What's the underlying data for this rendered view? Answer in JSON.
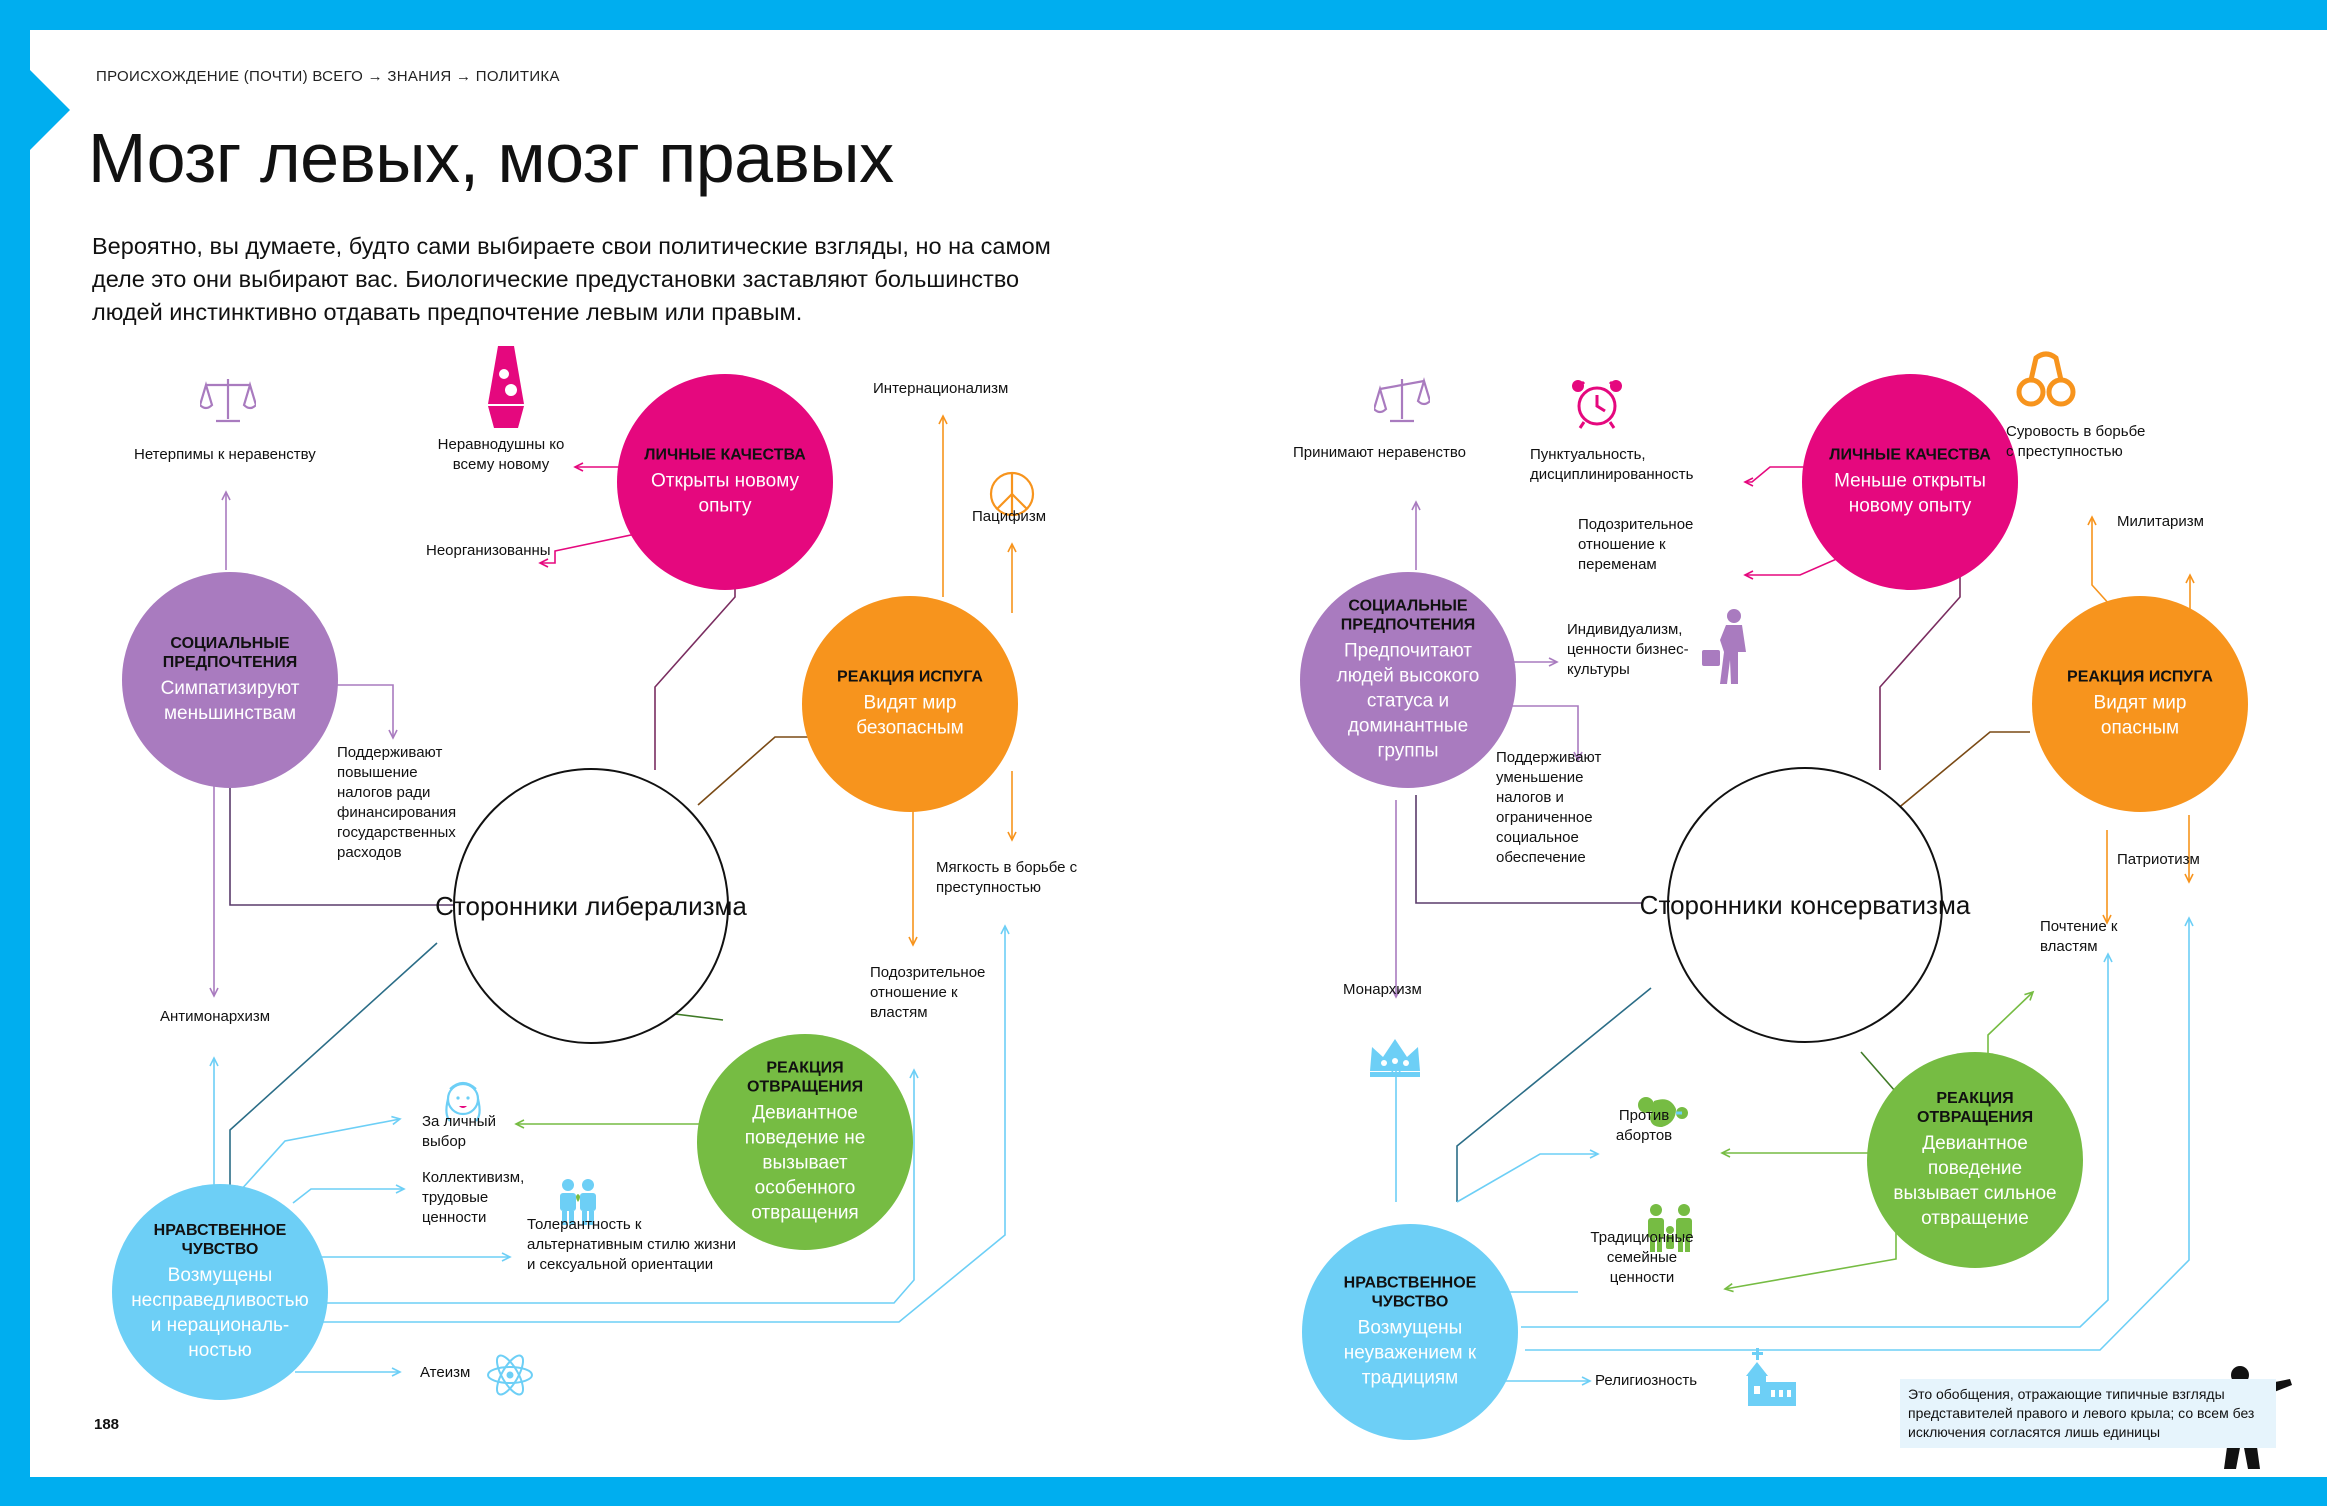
{
  "breadcrumb": "ПРОИСХОЖДЕНИЕ (ПОЧТИ) ВСЕГО → ЗНАНИЯ → ПОЛИТИКА",
  "title": "Мозг левых, мозг правых",
  "intro": "Вероятно, вы думаете, будто сами выбираете свои политические взгляды, но на самом деле это они выбирают вас. Биологические предустановки заставляют большинство людей инстинктивно отдавать предпочтение левым или правым.",
  "colors": {
    "magenta": "#e5087e",
    "purple": "#a97bbf",
    "orange": "#f7941d",
    "green": "#76bc43",
    "blue": "#6dcff6",
    "frame": "#00aeef"
  },
  "left": {
    "center": "Сторонники либерализма",
    "personal": {
      "head": "ЛИЧНЫЕ КАЧЕСТВА",
      "sub": "Открыты новому опыту"
    },
    "social": {
      "head": "СОЦИАЛЬНЫЕ ПРЕДПОЧТЕНИЯ",
      "sub": "Симпатизируют меньшинствам"
    },
    "fear": {
      "head": "РЕАКЦИЯ ИСПУГА",
      "sub": "Видят мир безопасным"
    },
    "disgust": {
      "head": "РЕАКЦИЯ ОТВРАЩЕНИЯ",
      "sub": "Девиантное поведение не вызывает особенного отвращения"
    },
    "moral": {
      "head": "НРАВСТВЕННОЕ ЧУВСТВО",
      "sub": "Возмущены несправедливостью и нерациональ-ностью"
    },
    "labels": {
      "inequality": "Нетерпимы к неравенству",
      "new": "Неравнодушны ко всему новому",
      "disorganized": "Неорганизованны",
      "internationalism": "Интернационализм",
      "pacifism": "Пацифизм",
      "taxes": "Поддерживают повышение налогов ради финансирования государственных расходов",
      "softness": "Мягкость в борьбе с преступностью",
      "suspicious": "Подозрительное отношение к властям",
      "antimonarchism": "Антимонархизм",
      "choice": "За личный выбор",
      "collectivism": "Коллективизм, трудовые ценности",
      "tolerance": "Толерантность к альтернативным стилю жизни и сексуальной ориентации",
      "atheism": "Атеизм"
    }
  },
  "right": {
    "center": "Сторонники консерватизма",
    "personal": {
      "head": "ЛИЧНЫЕ КАЧЕСТВА",
      "sub": "Меньше открыты новому опыту"
    },
    "social": {
      "head": "СОЦИАЛЬНЫЕ ПРЕДПОЧТЕНИЯ",
      "sub": "Предпочитают людей высокого статуса и доминантные группы"
    },
    "fear": {
      "head": "РЕАКЦИЯ ИСПУГА",
      "sub": "Видят мир опасным"
    },
    "disgust": {
      "head": "РЕАКЦИЯ ОТВРАЩЕНИЯ",
      "sub": "Девиантное поведение вызывает сильное отвращение"
    },
    "moral": {
      "head": "НРАВСТВЕННОЕ ЧУВСТВО",
      "sub": "Возмущены неуважением к традициям"
    },
    "labels": {
      "inequality": "Принимают неравенство",
      "punctual": "Пунктуальность, дисциплинированность",
      "suspicious": "Подозрительное отношение к переменам",
      "strictness": "Суровость в борьбе с преступностью",
      "militarism": "Милитаризм",
      "individualism": "Индивидуализм, ценности бизнес-культуры",
      "taxes": "Поддерживают уменьшение налогов и ограниченное социальное обеспечение",
      "patriotism": "Патриотизм",
      "respect": "Почтение к властям",
      "monarchism": "Монархизм",
      "abortion": "Против абортов",
      "family": "Традиционные семейные ценности",
      "religiosity": "Религиозность"
    }
  },
  "page_number": "188",
  "footnote": "Это обобщения, отражающие типичные взгляды представителей правого и левого крыла; со всем без исключения согласятся лишь единицы"
}
